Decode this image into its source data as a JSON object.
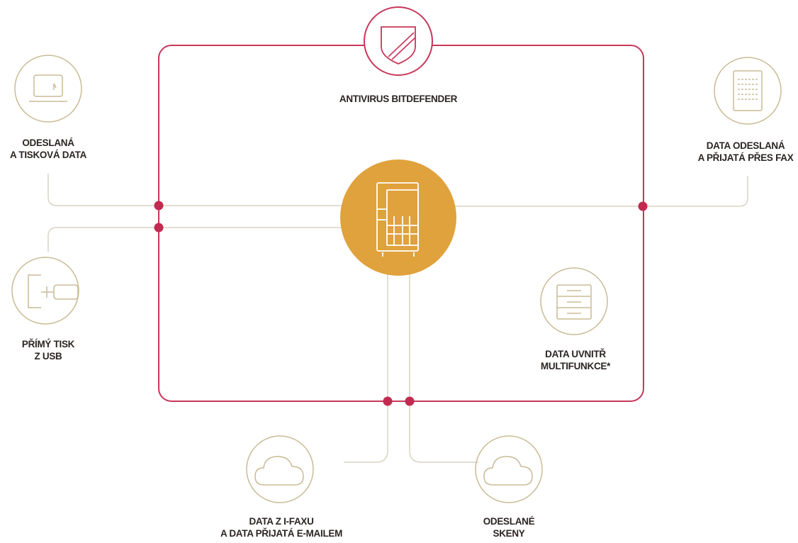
{
  "colors": {
    "frame": "#c8365a",
    "dot": "#c22a4f",
    "connector": "#d9d3c3",
    "icon_ring": "#c9bb95",
    "center_fill": "#e0a23c",
    "label": "#2b2523"
  },
  "nodes": {
    "antivirus": {
      "icon": "shield-icon",
      "lines": [
        "ANTIVIRUS BITDEFENDER"
      ]
    },
    "print_data": {
      "icon": "laptop-icon",
      "lines": [
        "ODESLANÁ",
        "A TISKOVÁ DATA"
      ]
    },
    "fax_data": {
      "icon": "fax-document-icon",
      "lines": [
        "DATA ODESLANÁ",
        "A PŘIJATÁ PŘES FAX"
      ]
    },
    "usb_print": {
      "icon": "usb-icon",
      "lines": [
        "PŘÍMÝ TISK",
        "Z USB"
      ]
    },
    "internal_data": {
      "icon": "storage-drawers-icon",
      "lines": [
        "DATA UVNITŘ",
        "MULTIFUNKCE*"
      ]
    },
    "ifax_data": {
      "icon": "cloud-icon",
      "lines": [
        "DATA Z I-FAXU",
        "A DATA PŘIJATÁ E-MAILEM"
      ]
    },
    "scans": {
      "icon": "cloud-icon",
      "lines": [
        "ODESLANÉ",
        "SKENY"
      ]
    },
    "center": {
      "icon": "multifunction-printer-icon"
    }
  }
}
